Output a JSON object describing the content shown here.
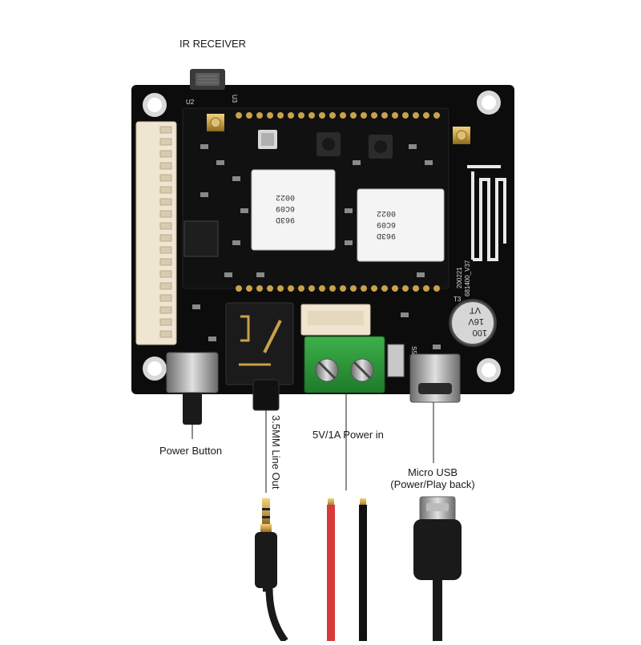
{
  "labels": {
    "ir_receiver": "IR RECEIVER",
    "power_button": "Power Button",
    "line_out": "3.5MM Line Out",
    "power_in": "5V/1A Power in",
    "micro_usb_line1": "Micro USB",
    "micro_usb_line2": "(Power/Play back)"
  },
  "board_markings": {
    "chip1_line1": "963D",
    "chip1_line2": "6C09",
    "chip1_line3": "0022",
    "chip2_line1": "963D",
    "chip2_line2": "6C09",
    "chip2_line3": "0022",
    "capacitor_line1": "100",
    "capacitor_line2": "16V",
    "capacitor_line3": "VT",
    "ref_u2": "U2",
    "ref_u3": "U3",
    "ref_t3": "T3",
    "ref_ss": "SS",
    "ref_s5": "S5",
    "board_code": "200221",
    "board_version": "681400_V37"
  },
  "colors": {
    "pcb": "#0c0c0c",
    "connector": "#efe6d2",
    "terminal_block": "#2f9a3a",
    "shield": "#f4f4f4",
    "gold": "#c9a24a",
    "wire_red": "#d83a3a",
    "wire_black": "#111111",
    "pointer_line": "#444444"
  },
  "icons": [
    "ir-receiver-icon",
    "power-button-icon",
    "audio-jack-icon",
    "terminal-block-icon",
    "micro-usb-icon",
    "wifi-antenna-icon"
  ]
}
